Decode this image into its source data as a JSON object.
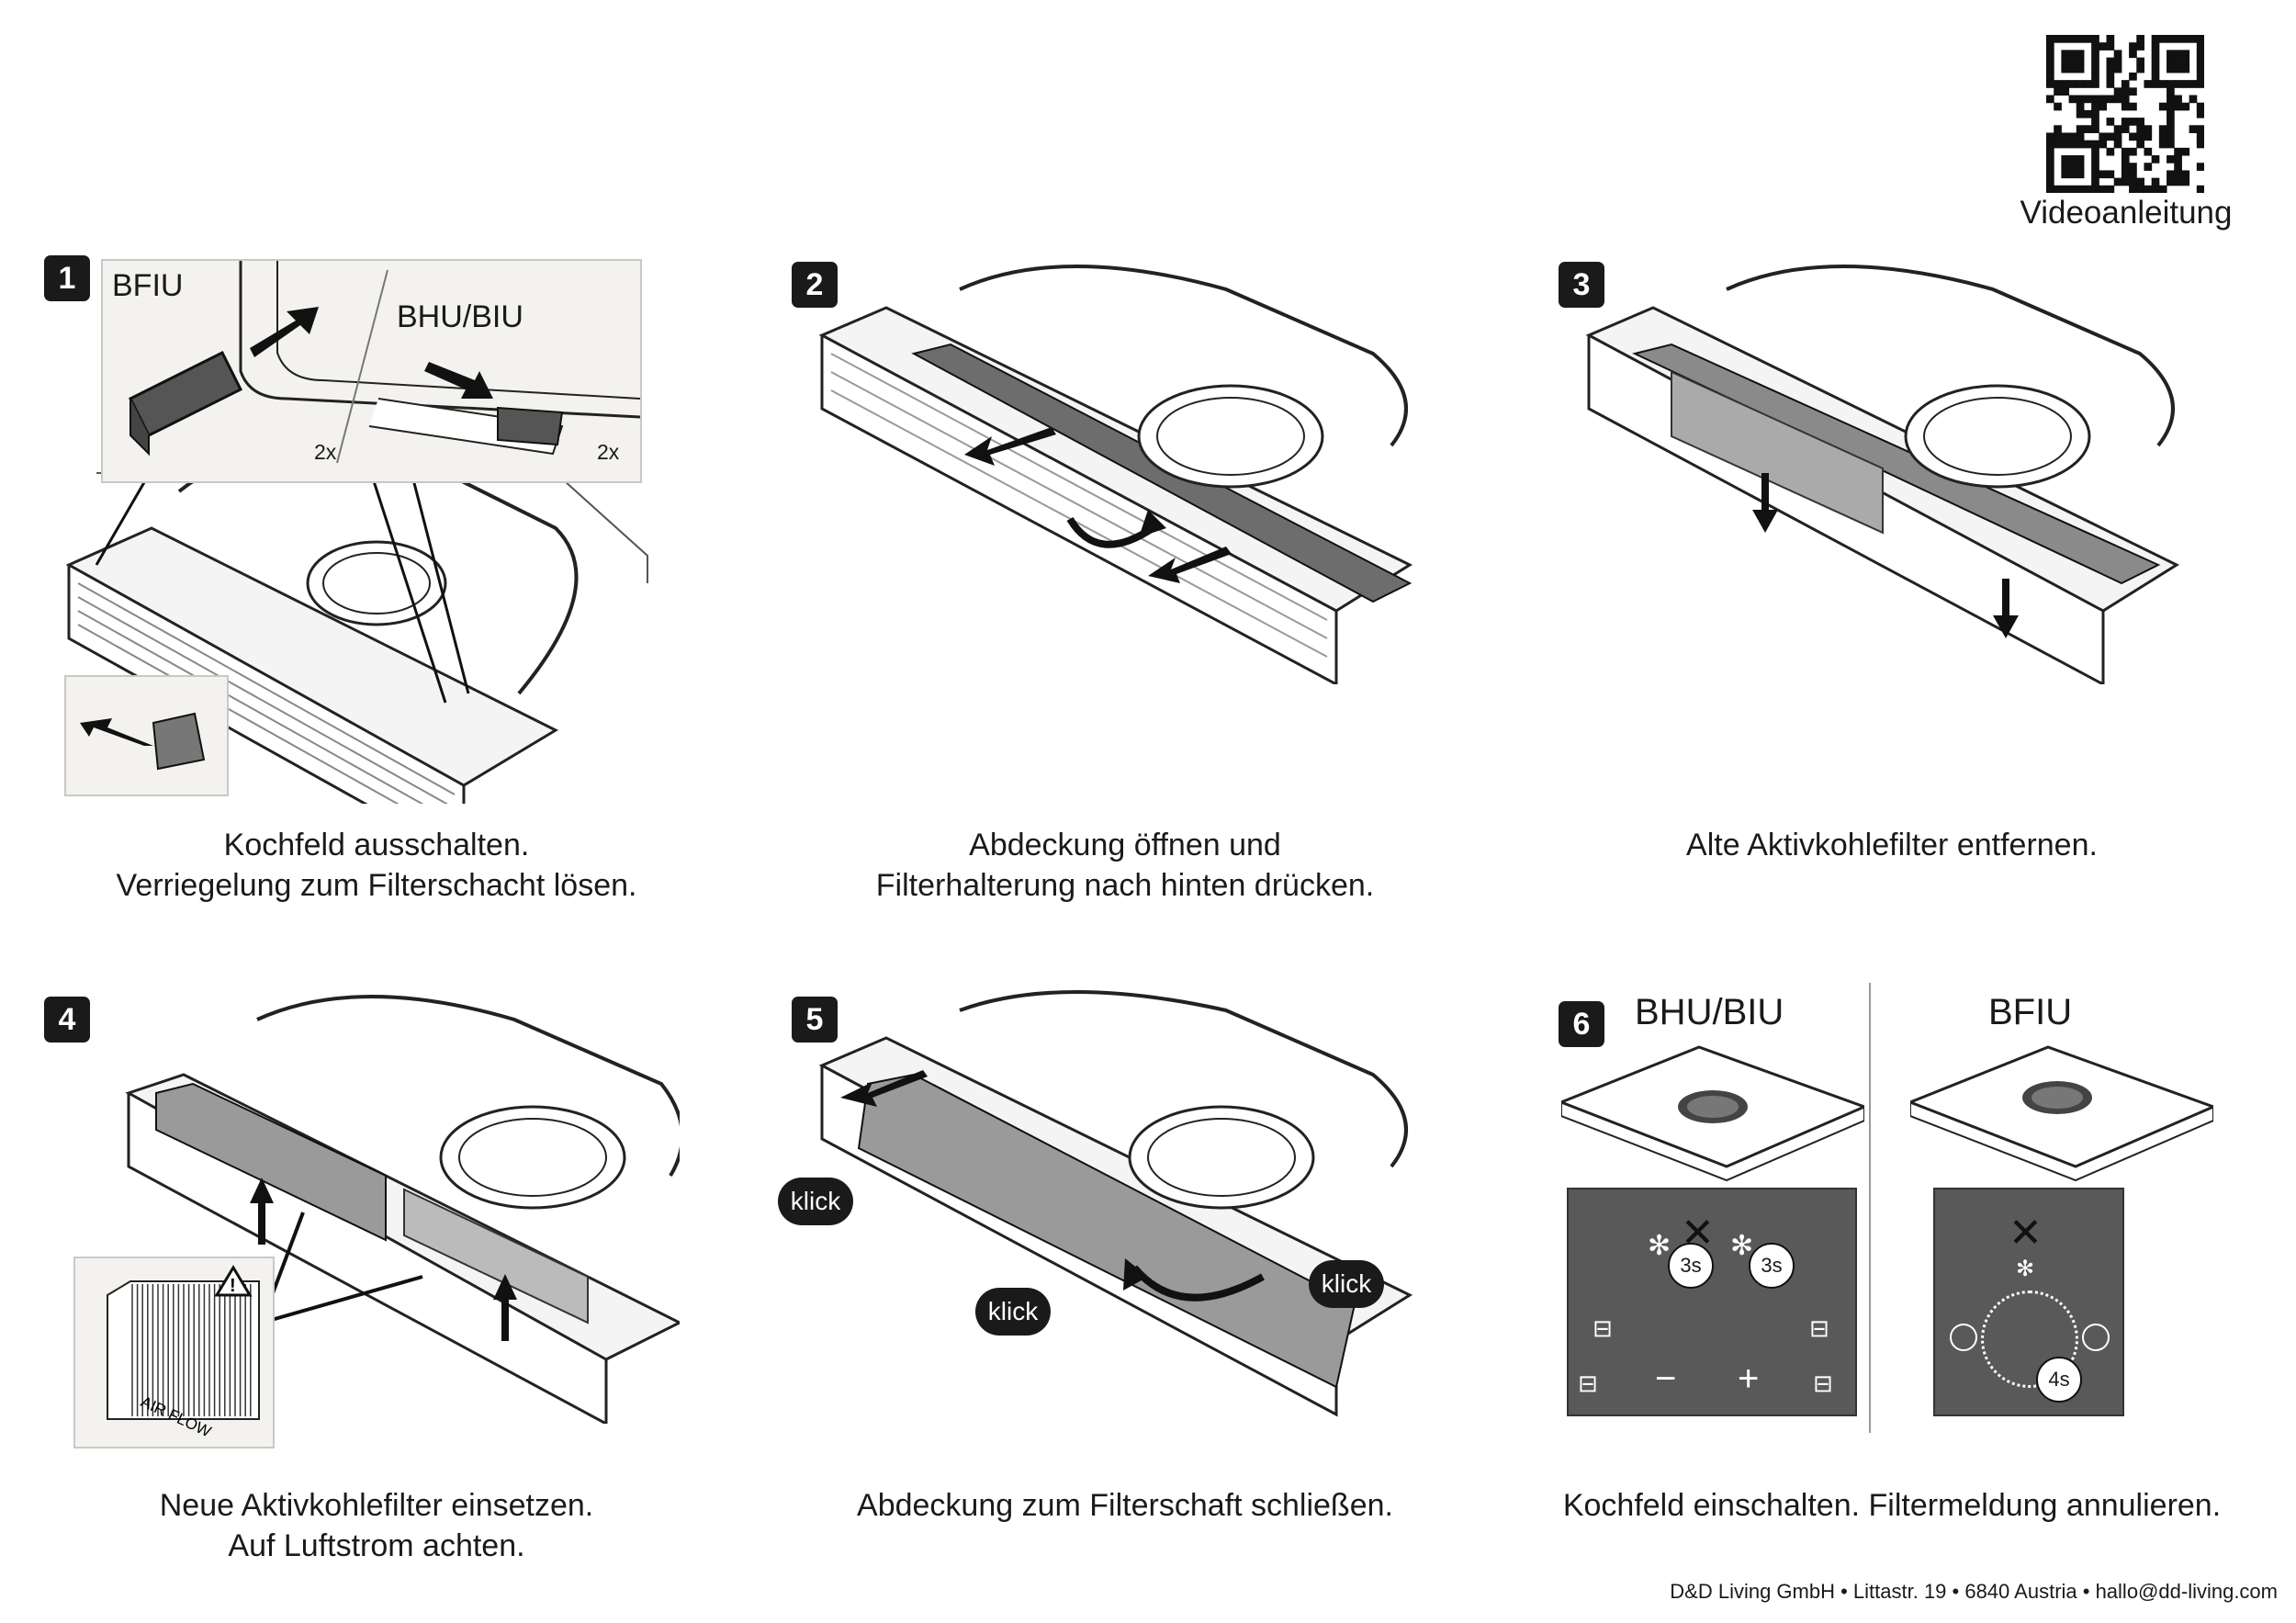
{
  "qr": {
    "label": "Videoanleitung"
  },
  "steps": [
    {
      "num": "1",
      "caption_line1": "Kochfeld ausschalten.",
      "caption_line2": "Verriegelung zum Filterschacht lösen.",
      "inset_left_label": "BFIU",
      "inset_right_label": "BHU/BIU",
      "count_left": "2x",
      "count_right": "2x"
    },
    {
      "num": "2",
      "caption_line1": "Abdeckung öffnen und",
      "caption_line2": "Filterhalterung nach hinten drücken."
    },
    {
      "num": "3",
      "caption_line1": "Alte Aktivkohlefilter entfernen.",
      "caption_line2": ""
    },
    {
      "num": "4",
      "caption_line1": "Neue Aktivkohlefilter einsetzen.",
      "caption_line2": "Auf Luftstrom achten.",
      "airflow_label": "AIR FLOW"
    },
    {
      "num": "5",
      "caption_line1": "Abdeckung zum Filterschaft schließen.",
      "caption_line2": "",
      "click_label": "klick"
    },
    {
      "num": "6",
      "caption_line1": "Kochfeld einschalten. Filtermeldung annulieren.",
      "caption_line2": "",
      "left_title": "BHU/BIU",
      "right_title": "BFIU",
      "hold_3s": "3s",
      "hold_4s": "4s",
      "minus": "−",
      "plus": "+"
    }
  ],
  "footer": "D&D Living GmbH • Littastr. 19 • 6840 Austria • hallo@dd-living.com"
}
